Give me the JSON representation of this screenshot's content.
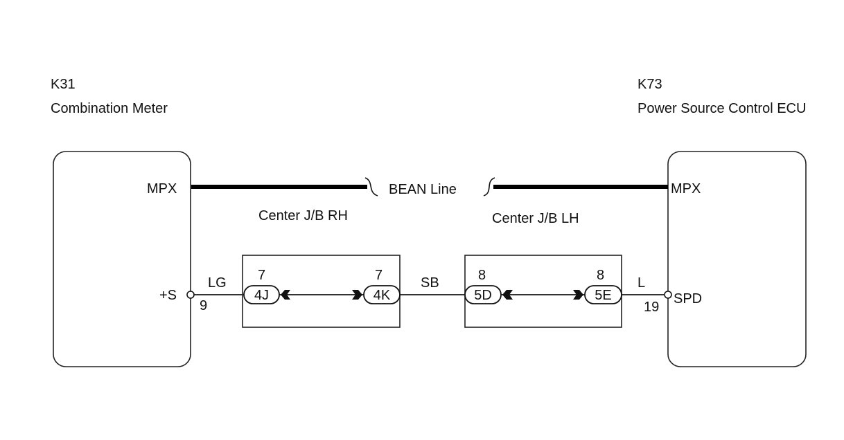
{
  "left_component": {
    "code": "K31",
    "name": "Combination Meter",
    "mpx_label": "MPX",
    "speed_label": "+S",
    "speed_pin": "9"
  },
  "right_component": {
    "code": "K73",
    "name": "Power Source Control ECU",
    "mpx_label": "MPX",
    "speed_label": "SPD",
    "speed_pin": "19"
  },
  "bus": {
    "label": "BEAN Line",
    "left_junction": "Center J/B RH",
    "right_junction": "Center J/B LH"
  },
  "wires": {
    "left_color": "LG",
    "middle_color": "SB",
    "right_color": "L"
  },
  "junction_left": {
    "in_connector": "4J",
    "in_pin": "7",
    "out_connector": "4K",
    "out_pin": "7"
  },
  "junction_right": {
    "in_connector": "5D",
    "in_pin": "8",
    "out_connector": "5E",
    "out_pin": "8"
  }
}
